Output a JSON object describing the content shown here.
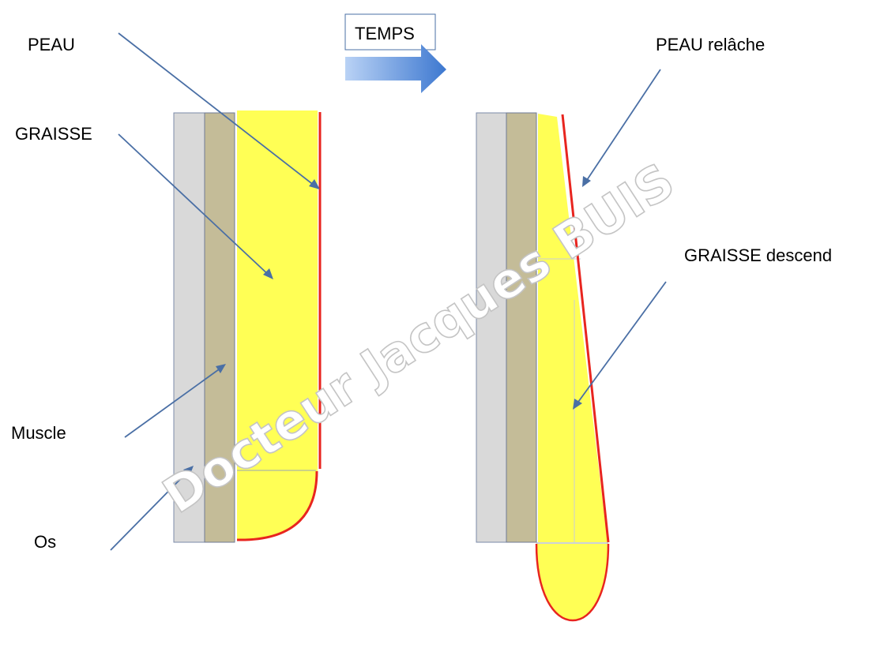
{
  "labels": {
    "peau": "PEAU",
    "graisse": "GRAISSE",
    "muscle": "Muscle",
    "os": "Os",
    "temps": "TEMPS",
    "peau_relache": "PEAU  relâche",
    "graisse_descend": "GRAISSE  descend"
  },
  "watermark": "Docteur  Jacques  BUIS",
  "colors": {
    "bone": "#d9d9d9",
    "muscle": "#c4bc98",
    "fat": "#ffff55",
    "skin": "#e8251f",
    "arrow": "#4a6fa5",
    "temps_arrow_start": "#b9d2f5",
    "temps_arrow_end": "#3d78d0"
  },
  "icons": {
    "time_arrow": "right-arrow-icon"
  }
}
